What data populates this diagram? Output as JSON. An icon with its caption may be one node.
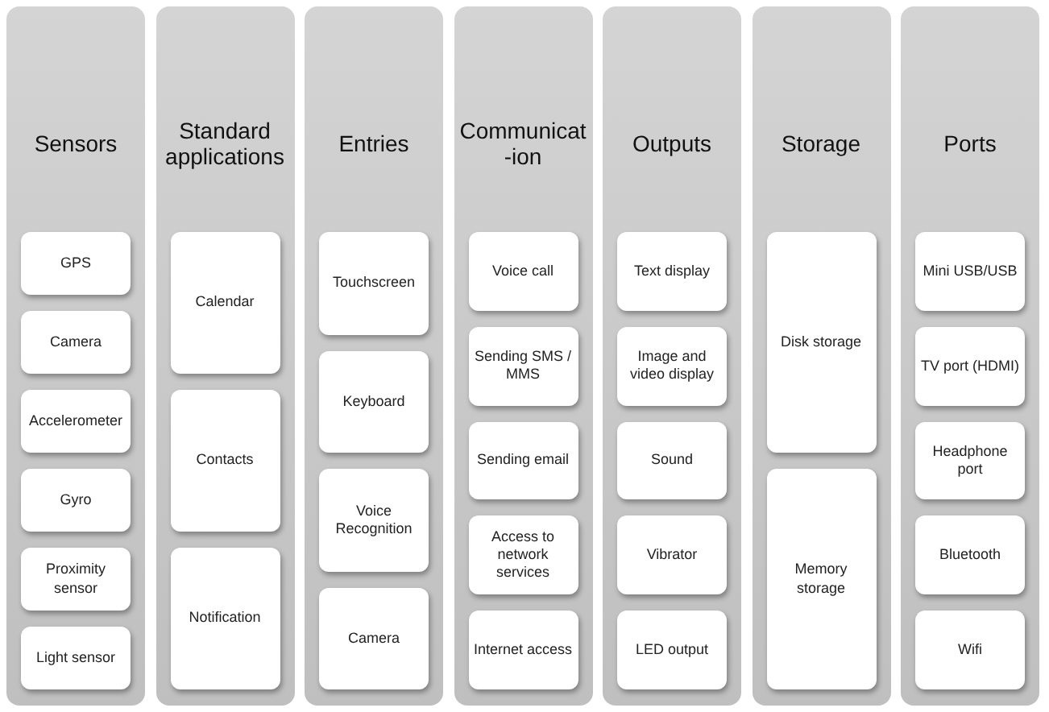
{
  "diagram": {
    "nodes": [
      {
        "text": [
          "Sensors"
        ]
      },
      {
        "text": [
          "GPS"
        ],
        "in": 0
      },
      {
        "text": [
          "Camera"
        ],
        "in": 0
      },
      {
        "text": [
          "Accelerometer"
        ],
        "in": 0
      },
      {
        "text": [
          "Gyro"
        ],
        "in": 0
      },
      {
        "text": [
          "Proximity sensor"
        ],
        "in": 0
      },
      {
        "text": [
          "Light sensor"
        ],
        "in": 0
      },
      {
        "text": [
          "Standard applications"
        ]
      },
      {
        "text": [
          "Calendar"
        ],
        "in": 7
      },
      {
        "text": [
          "Contacts"
        ],
        "in": 7
      },
      {
        "text": [
          "Notification"
        ],
        "in": 7
      },
      {
        "text": [
          "Entries"
        ]
      },
      {
        "text": [
          "Touchscreen"
        ],
        "in": 11
      },
      {
        "text": [
          "Keyboard"
        ],
        "in": 11
      },
      {
        "text": [
          "Voice Recognition"
        ],
        "in": 11
      },
      {
        "text": [
          "Camera"
        ],
        "in": 11
      },
      {
        "text": [
          "Communicat -ion"
        ]
      },
      {
        "text": [
          "Voice call"
        ],
        "in": 16
      },
      {
        "text": [
          "Sending SMS / MMS"
        ],
        "in": 16
      },
      {
        "text": [
          "Sending email"
        ],
        "in": 16
      },
      {
        "text": [
          "Access to network services"
        ],
        "in": 16
      },
      {
        "text": [
          "Internet access"
        ],
        "in": 16
      },
      {
        "text": [
          "Outputs"
        ]
      },
      {
        "text": [
          "Text display"
        ],
        "in": 22
      },
      {
        "text": [
          "Image and video display"
        ],
        "in": 22
      },
      {
        "text": [
          "Sound"
        ],
        "in": 22
      },
      {
        "text": [
          "Vibrator"
        ],
        "in": 22
      },
      {
        "text": [
          "LED output"
        ],
        "in": 22
      },
      {
        "text": [
          "Storage"
        ]
      },
      {
        "text": [
          "Disk storage"
        ],
        "in": 28
      },
      {
        "text": [
          "Memory storage"
        ],
        "in": 28
      },
      {
        "text": [
          "Ports"
        ]
      },
      {
        "text": [
          "Mini USB/USB"
        ],
        "in": 31
      },
      {
        "text": [
          "TV port (HDMI)"
        ],
        "in": 31
      },
      {
        "text": [
          "Headphone port"
        ],
        "in": 31
      },
      {
        "text": [
          "Bluetooth"
        ],
        "in": 31
      },
      {
        "text": [
          "Wifi"
        ],
        "in": 31
      }
    ]
  }
}
